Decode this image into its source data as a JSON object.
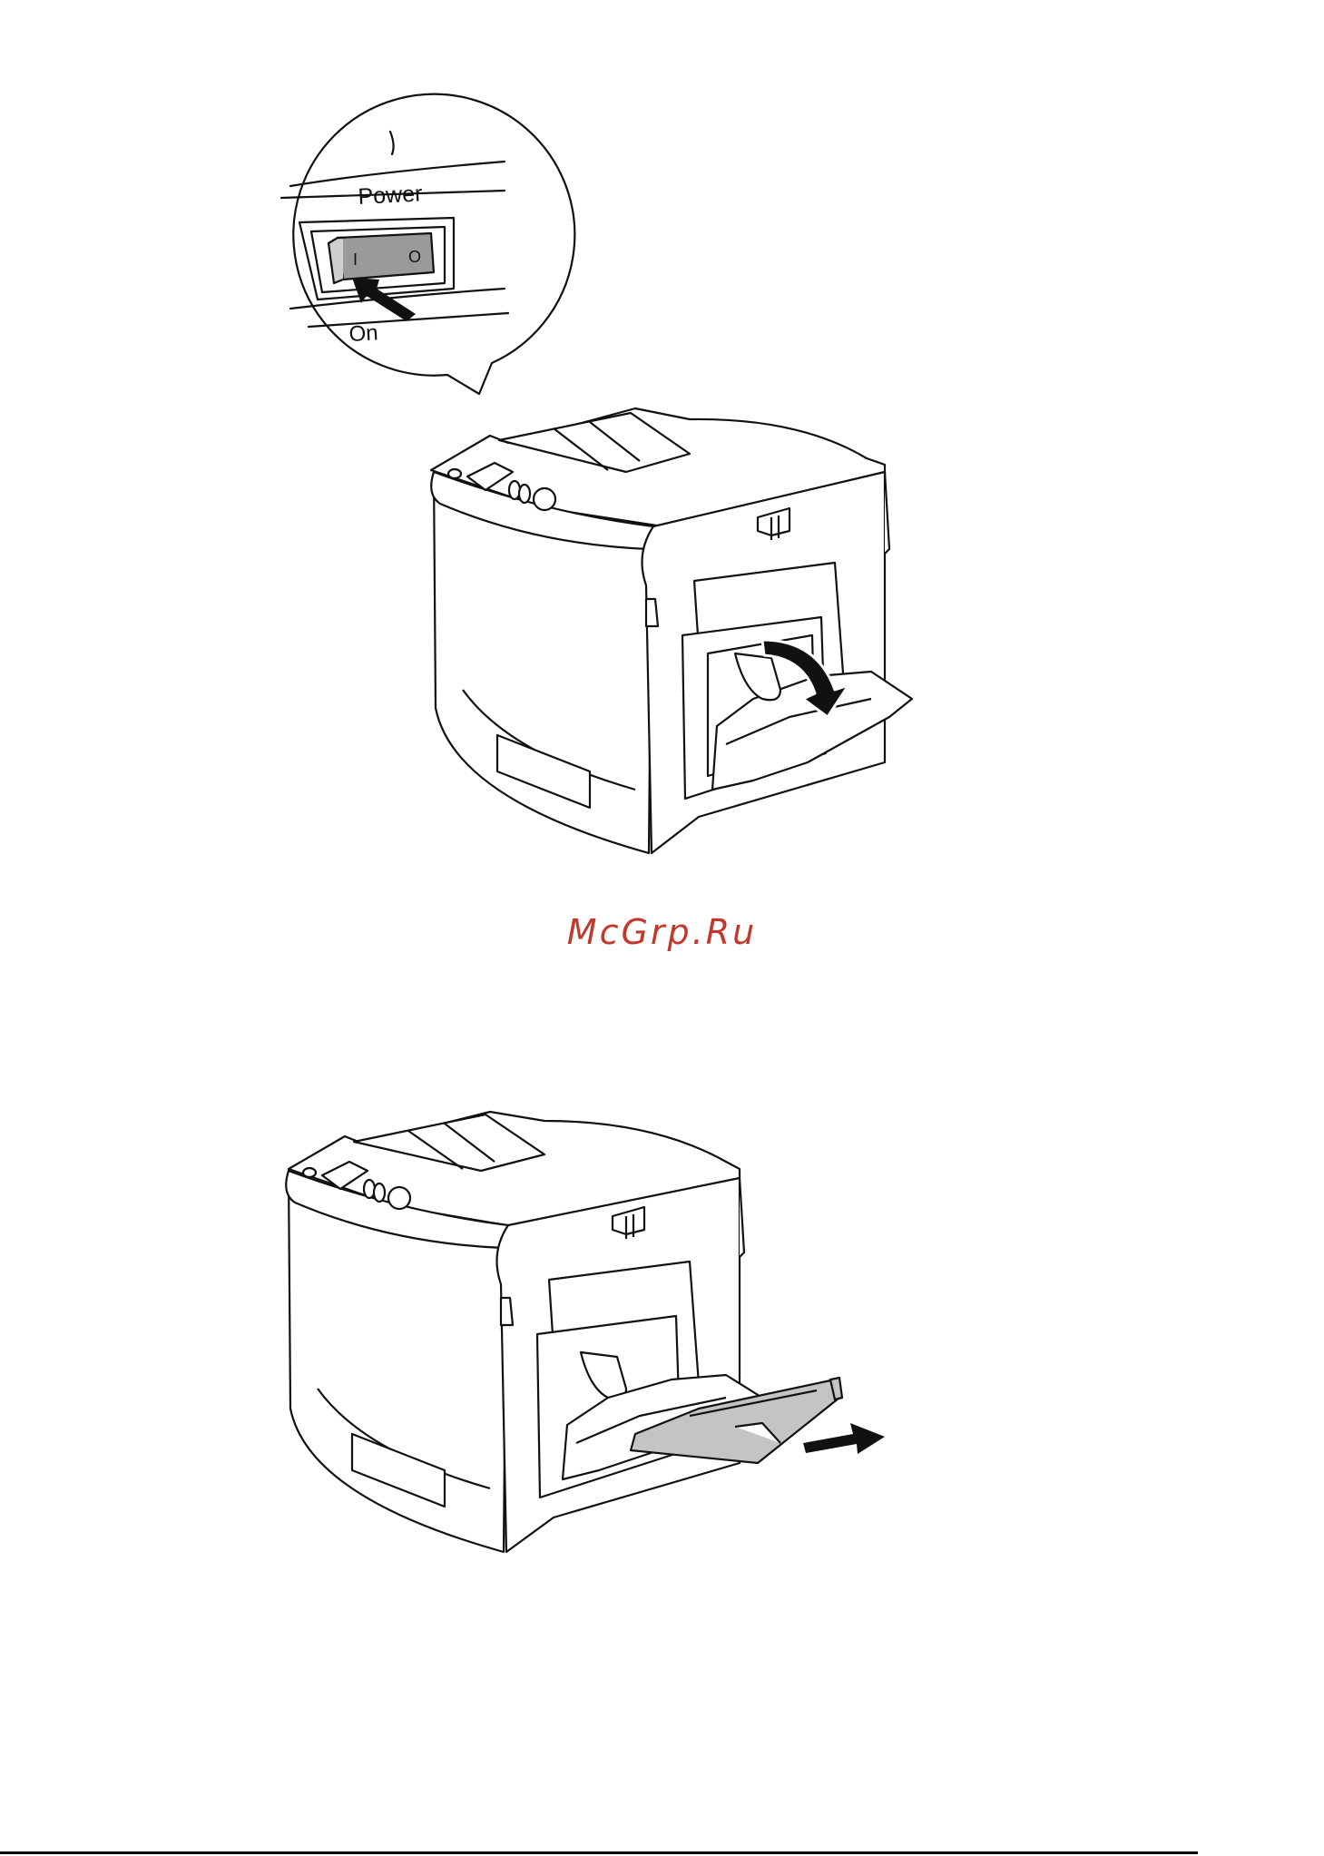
{
  "figure1": {
    "callout": {
      "power_label": "Power",
      "on_label": "On",
      "switch_on_glyph": "I",
      "switch_off_glyph": "O"
    }
  },
  "watermark": {
    "text": "McGrp.Ru",
    "color": "#c0392b"
  },
  "icons": [
    "push-arrow-icon",
    "rotate-arrow-icon",
    "pull-arrow-icon"
  ]
}
